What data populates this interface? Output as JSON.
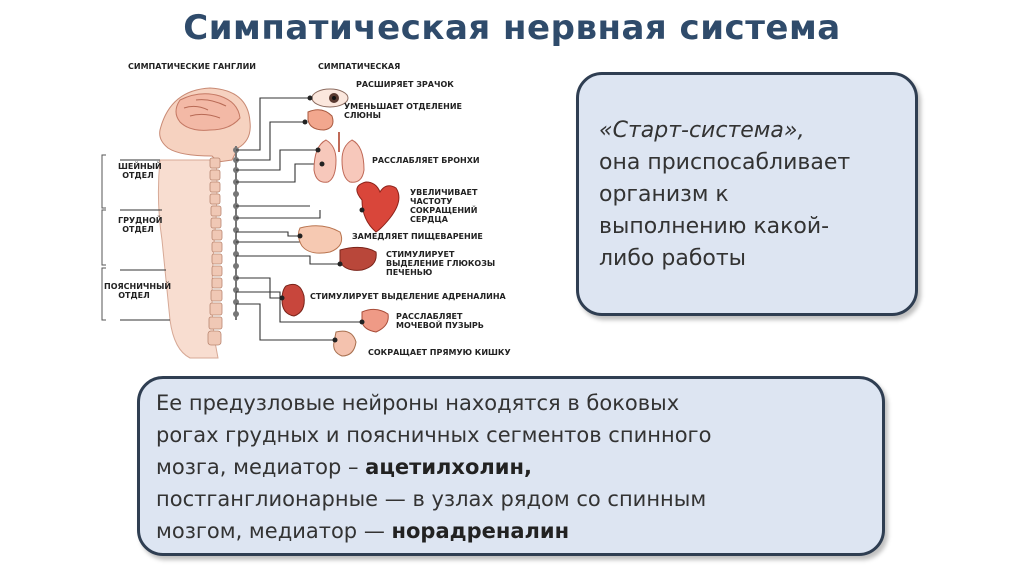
{
  "title": "Симпатическая нервная система",
  "figure": {
    "label_ganglia": "симпатические ганглии",
    "label_header": "симпатическая",
    "sections": [
      "шейный отдел",
      "грудной отдел",
      "поясничный отдел"
    ],
    "effects": [
      "расширяет зрачок",
      "уменьшает отделение слюны",
      "расслабляет бронхи",
      "увеличивает частоту сокращений сердца",
      "замедляет пищеварение",
      "стимулирует выделение глюкозы печенью",
      "стимулирует выделение адреналина",
      "расслабляет мочевой пузырь",
      "сокращает прямую кишку"
    ]
  },
  "box1": {
    "line1": "«Старт-система»,",
    "line2": "она приспосабливает",
    "line3": "организм к",
    "line4": "выполнению какой-",
    "line5": "либо работы"
  },
  "box2": {
    "line1": "Ее предузловые нейроны находятся в боковых",
    "line2": "рогах грудных и поясничных сегментов спинного",
    "line3_pre": "мозга, медиатор – ",
    "line3_bold": "ацетилхолин,",
    "line4": "постганглионарные — в узлах рядом со спинным",
    "line5_pre": "мозгом, медиатор — ",
    "line5_bold": "норадреналин"
  }
}
